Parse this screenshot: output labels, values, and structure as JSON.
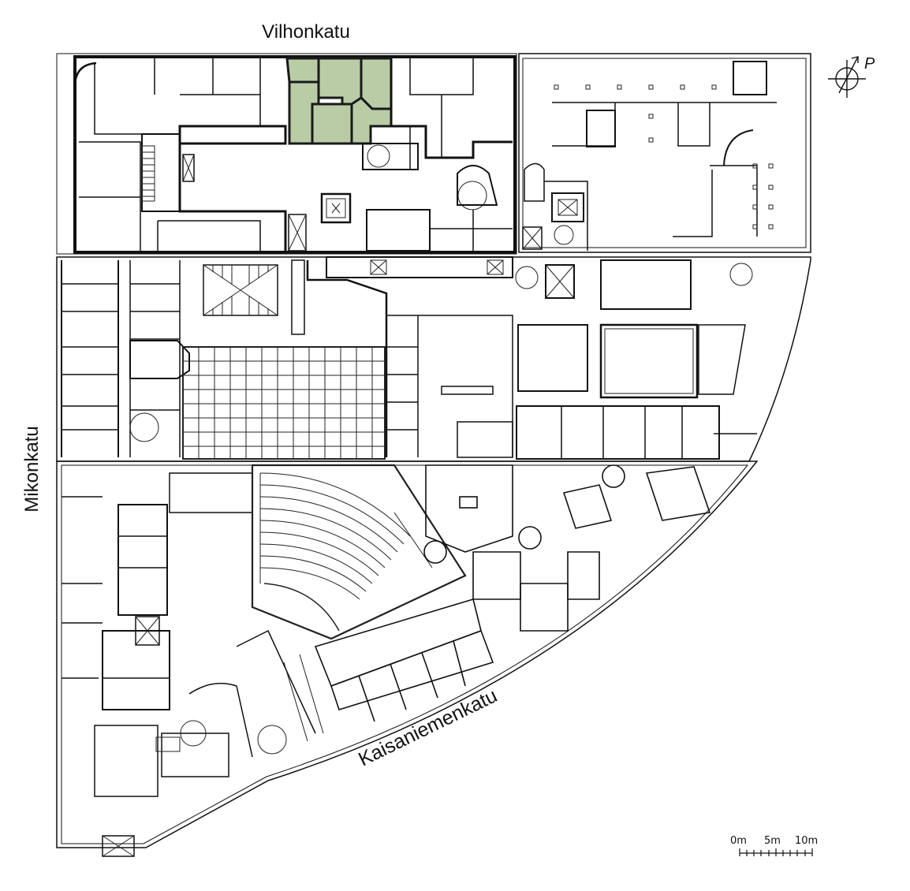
{
  "map": {
    "streets": {
      "north": "Vilhonkatu",
      "west": "Mikonkatu",
      "south": "Kaisaniemenkatu"
    },
    "north_arrow_label": "P",
    "scale_bar": {
      "labels": [
        "0m",
        "5m",
        "10m"
      ]
    },
    "colors": {
      "highlight_fill": "#b9cca6",
      "highlight_stroke": "#1a1a1a",
      "wall": "#111111",
      "background": "#ffffff"
    }
  }
}
